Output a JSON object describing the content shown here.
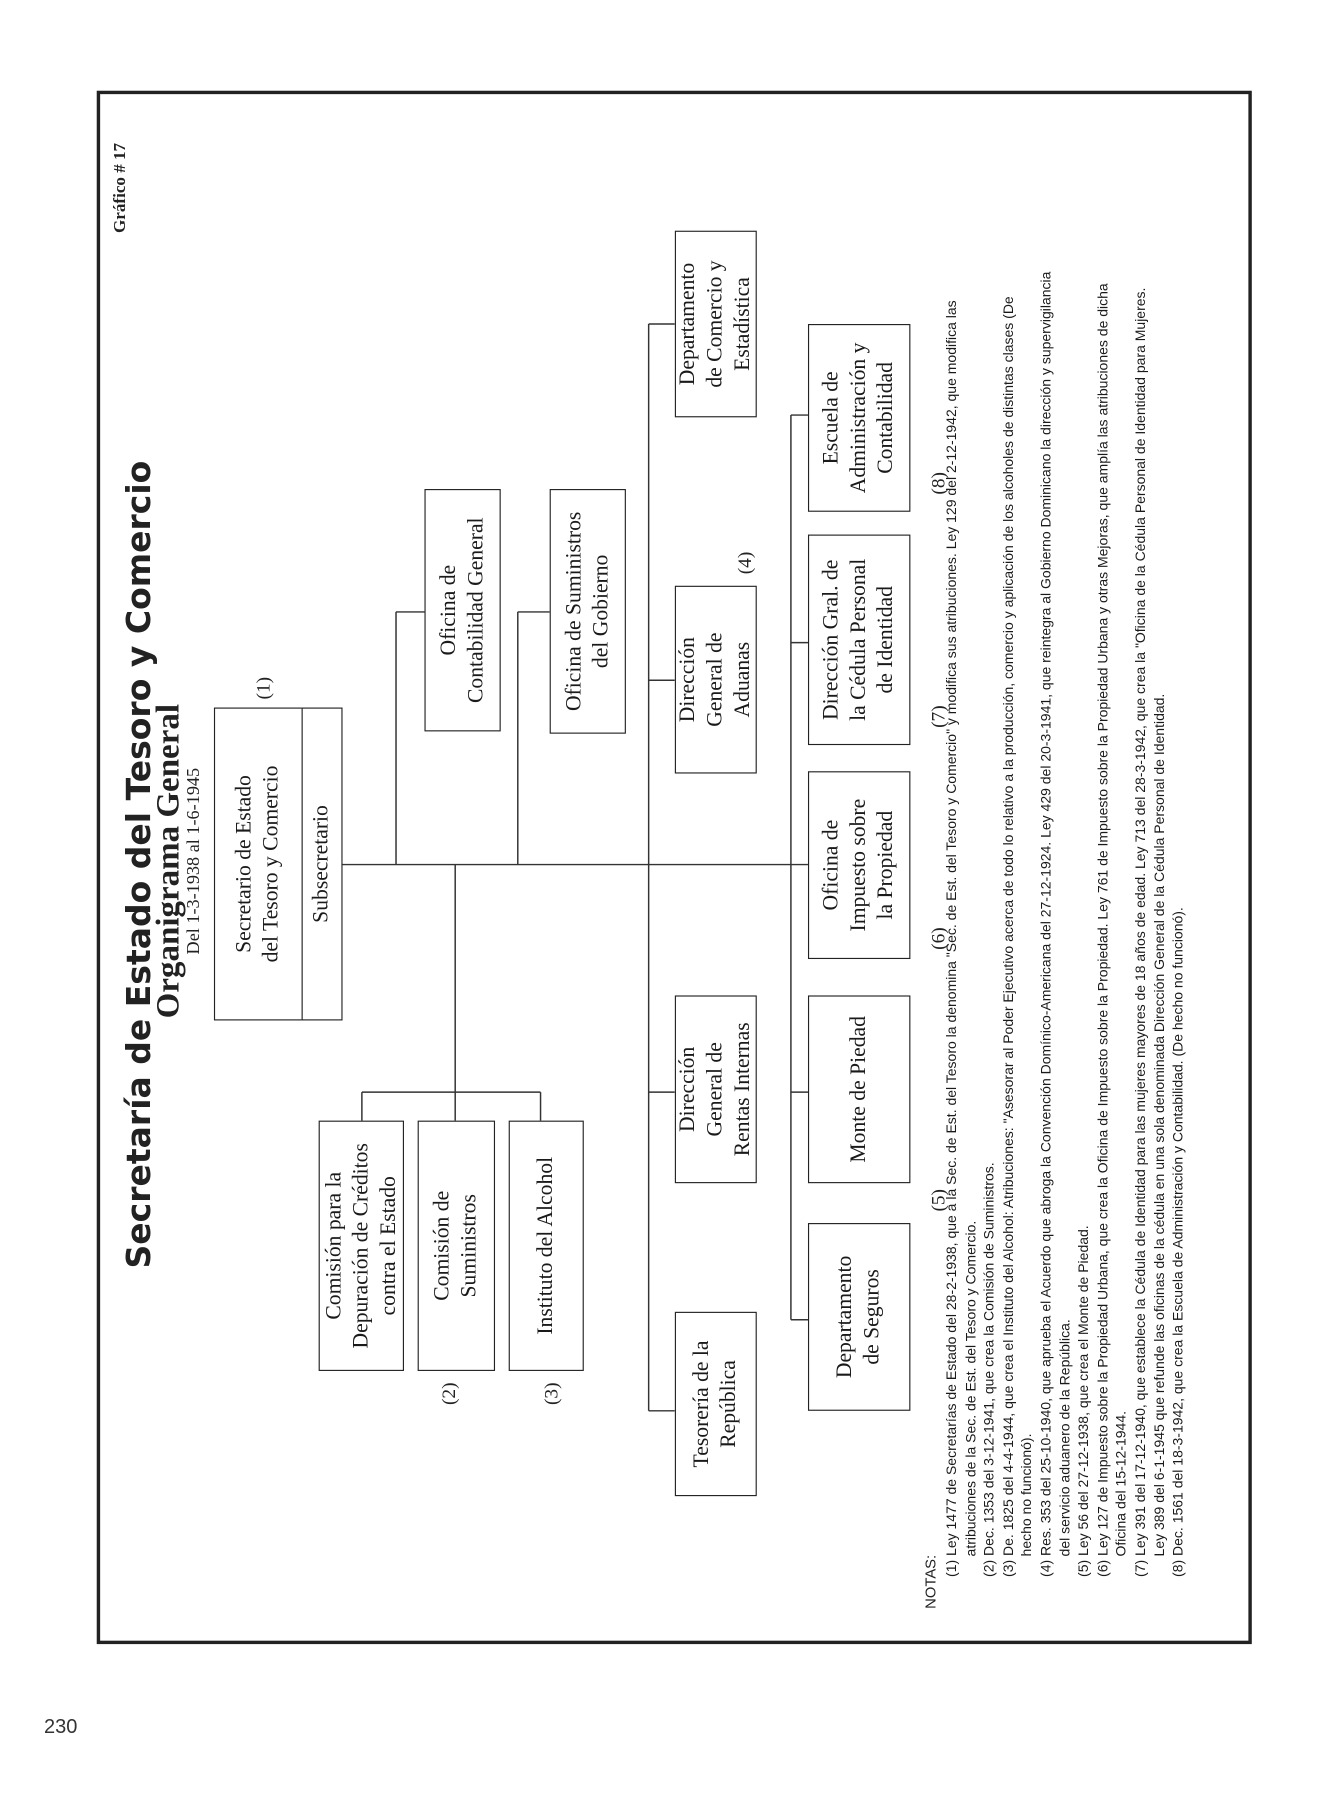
{
  "page_number": "230",
  "header": {
    "title": "Secretaría de Estado del Tesoro y Comercio",
    "subtitle": "Organigrama General",
    "dates": "Del 1-3-1938 al 1-6-1945",
    "chart_number": "Gráfico # 17"
  },
  "boxes": {
    "secretario": [
      "Secretario de Estado",
      "del Tesoro y Comercio"
    ],
    "subsecretario": [
      "Subsecretario"
    ],
    "comision_depuracion": [
      "Comisión para la",
      "Depuración de Créditos",
      "contra el Estado"
    ],
    "comision_suministros": [
      "Comisión de",
      "Suministros"
    ],
    "instituto_alcohol": [
      "Instituto del Alcohol"
    ],
    "oficina_contabilidad": [
      "Oficina de",
      "Contabilidad General"
    ],
    "oficina_suministros_gobierno": [
      "Oficina de Suministros",
      "del Gobierno"
    ],
    "tesoreria": [
      "Tesorería de la",
      "República"
    ],
    "rentas_internas": [
      "Dirección",
      "General de",
      "Rentas Internas"
    ],
    "aduanas": [
      "Dirección",
      "General de",
      "Aduanas"
    ],
    "comercio_estadistica": [
      "Departamento",
      "de Comercio y",
      "Estadística"
    ],
    "seguros": [
      "Departamento",
      "de Seguros"
    ],
    "monte_piedad": [
      "Monte de Piedad"
    ],
    "impuesto_propiedad": [
      "Oficina de",
      "Impuesto sobre",
      "la Propiedad"
    ],
    "cedula": [
      "Dirección Gral. de",
      "la Cédula Personal",
      "de Identidad"
    ],
    "escuela": [
      "Escuela de",
      "Administración y",
      "Contabilidad"
    ]
  },
  "refs": [
    "(1)",
    "(2)",
    "(3)",
    "(4)",
    "(5)",
    "(6)",
    "(7)",
    "(8)"
  ],
  "notes": {
    "label": "NOTAS:",
    "items": [
      "(1) Ley 1477 de Secretarías de Estado del 28-2-1938, que a la Sec. de Est. del Tesoro la denomina \"Sec. de Est. del Tesoro y Comercio\" y modifica sus atribuciones. Ley 129 del 2-12-1942, que modifica las atribuciones de la Sec. de Est. del Tesoro y Comercio.",
      "(2) Dec. 1353 del 3-12-1941, que crea la Comisión de Suministros.",
      "(3) De. 1825 del 4-4-1944, que crea el Instituto del Alcohol: Atribuciones: \"Asesorar al Poder Ejecutivo acerca de todo lo relativo a la producción, comercio y aplicación de los alcoholes de distintas clases (De hecho no funcionó).",
      "(4) Res. 353 del 25-10-1940, que aprueba el Acuerdo que abroga la Convención Domínico-Americana del 27-12-1924. Ley 429 del 20-3-1941, que reintegra al Gobierno Dominicano la dirección y supervigilancia del servicio aduanero de la República.",
      "(5) Ley 56 del 27-12-1938, que crea el Monte de Piedad.",
      "(6) Ley 127 de Impuesto sobre la Propiedad Urbana, que crea la Oficina de Impuesto sobre la Propiedad. Ley 761 de Impuesto sobre la Propiedad Urbana y otras Mejoras, que amplía las atribuciones de dicha Oficina del 15-12-1944.",
      "(7) Ley 391 del 17-12-1940, que establece la Cédula de Identidad para las mujeres mayores de 18 años de edad. Ley 713 del 28-3-1942, que crea la \"Oficina de la Cédula Personal de Identidad para Mujeres. Ley 389 del 6-1-1945 que refunde las oficinas de la cédula en una sola denominada Dirección General de la Cédula Personal de Identidad.",
      "(8) Dec. 1561 del 18-3-1942, que crea la Escuela de Administración y Contabilidad. (De hecho no funcionó)."
    ]
  }
}
